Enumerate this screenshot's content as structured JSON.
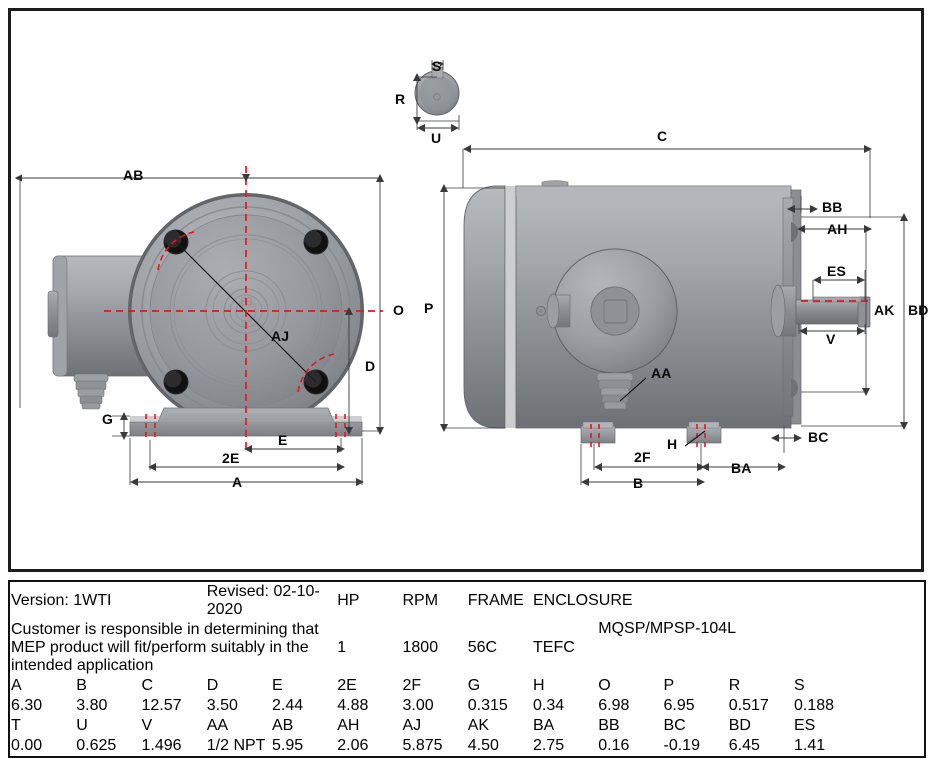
{
  "title_block": {
    "version": "Version: 1WTI",
    "revised": "Revised: 02-10-2020",
    "disclaimer": "Customer is responsible in determining that MEP product will fit/perform suitably in the intended application",
    "model": "MQSP/MPSP-104L",
    "spec_headers": [
      "HP",
      "RPM",
      "FRAME",
      "ENCLOSURE"
    ],
    "spec_values": [
      "1",
      "1800",
      "56C",
      "TEFC"
    ]
  },
  "dimension_table": {
    "row1_headers": [
      "A",
      "B",
      "C",
      "D",
      "E",
      "2E",
      "2F",
      "G",
      "H",
      "O",
      "P",
      "R",
      "S",
      ""
    ],
    "row1_values": [
      "6.30",
      "3.80",
      "12.57",
      "3.50",
      "2.44",
      "4.88",
      "3.00",
      "0.315",
      "0.34",
      "6.98",
      "6.95",
      "0.517",
      "0.188",
      ""
    ],
    "row2_headers": [
      "T",
      "U",
      "V",
      "AA",
      "AB",
      "AH",
      "AJ",
      "AK",
      "BA",
      "BB",
      "BC",
      "BD",
      "ES",
      ""
    ],
    "row2_values": [
      "0.00",
      "0.625",
      "1.496",
      "1/2 NPT",
      "5.95",
      "2.06",
      "5.875",
      "4.50",
      "2.75",
      "0.16",
      "-0.19",
      "6.45",
      "1.41",
      ""
    ]
  },
  "views": {
    "front": {
      "name": "front-view",
      "labels": [
        "AB",
        "O",
        "D",
        "AJ",
        "G",
        "E",
        "2E",
        "A"
      ]
    },
    "side": {
      "name": "side-view",
      "labels": [
        "C",
        "P",
        "BB",
        "AH",
        "ES",
        "V",
        "AK",
        "BD",
        "BC",
        "AA",
        "H",
        "2F",
        "BA",
        "B"
      ]
    },
    "keyway": {
      "name": "keyway-detail-view",
      "labels": [
        "S",
        "R",
        "U"
      ]
    }
  },
  "colors": {
    "frame_border": "#1c1c1c",
    "dimension_line": "#3a3a3a",
    "centerline_red": "#e8151b",
    "header_bg": "#000000",
    "body_metal_light": "#b9bcc0",
    "body_metal_mid": "#93969b",
    "body_metal_dark": "#6c6f74"
  }
}
